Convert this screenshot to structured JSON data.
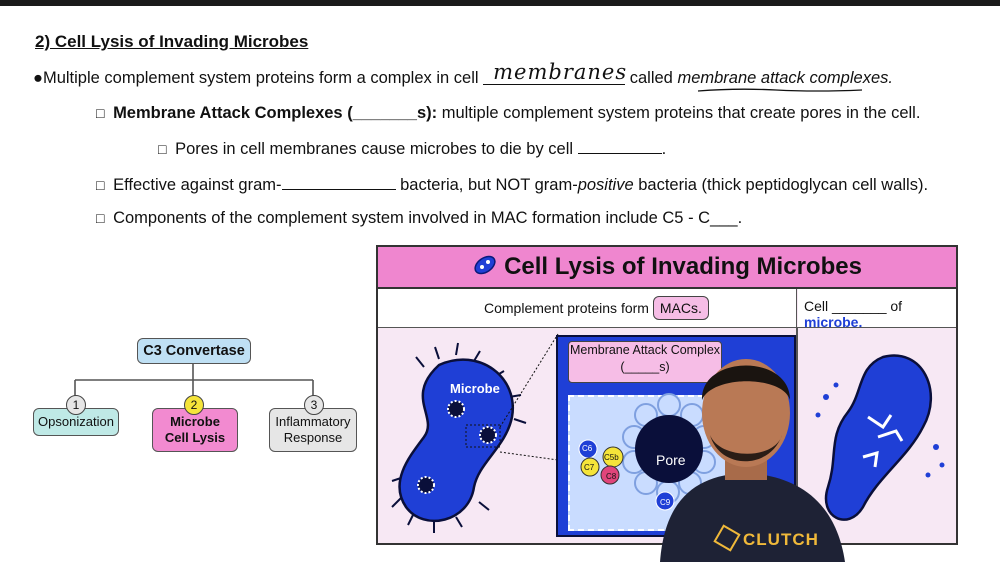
{
  "title": "2) Cell Lysis of Invading Microbes",
  "bullet1": {
    "prefix": "●Multiple complement system proteins form a complex in cell",
    "handwritten": "membranes",
    "suffix": "called",
    "italic": "membrane attack complexes."
  },
  "item1": {
    "checkbox": "□",
    "bold_prefix": "Membrane Attack Complexes (",
    "blank": "_______",
    "bold_suffix": "s):",
    "rest": "multiple complement system proteins that create pores in the cell."
  },
  "item1_sub": {
    "checkbox": "□",
    "text": "Pores in cell membranes cause microbes to die by cell",
    "end": "."
  },
  "item2": {
    "checkbox": "□",
    "part1": "Effective against gram-",
    "part2": "bacteria, but NOT gram-",
    "italic": "positive",
    "part3": "bacteria (thick peptidoglycan cell walls)."
  },
  "item3": {
    "checkbox": "□",
    "text": "Components of the complement system involved in MAC formation include C5 - C___."
  },
  "hierarchy": {
    "root": "C3 Convertase",
    "children": [
      {
        "number": "1",
        "label": "Opsonization"
      },
      {
        "number": "2",
        "label_line1": "Microbe",
        "label_line2": "Cell Lysis"
      },
      {
        "number": "3",
        "label_line1": "Inflammatory",
        "label_line2": "Response"
      }
    ]
  },
  "figure": {
    "title": "Cell Lysis of Invading Microbes",
    "left_caption": "Complement proteins form",
    "left_pill": "MACs.",
    "right_caption_a": "Cell _______ of",
    "right_caption_b": "microbe.",
    "microbe_label": "Microbe",
    "mac_label_line1": "Membrane Attack Complex",
    "mac_label_line2": "(_____s)",
    "pore_label": "Pore",
    "proteins": [
      "C6",
      "C5b",
      "C7",
      "C8",
      "C9"
    ]
  },
  "logo": "CLUTCH",
  "colors": {
    "header_pink": "#ef86cf",
    "microbe_blue": "#1f3fd6",
    "pore_dark": "#0a0f3a",
    "link_blue": "#1f3fd6"
  }
}
